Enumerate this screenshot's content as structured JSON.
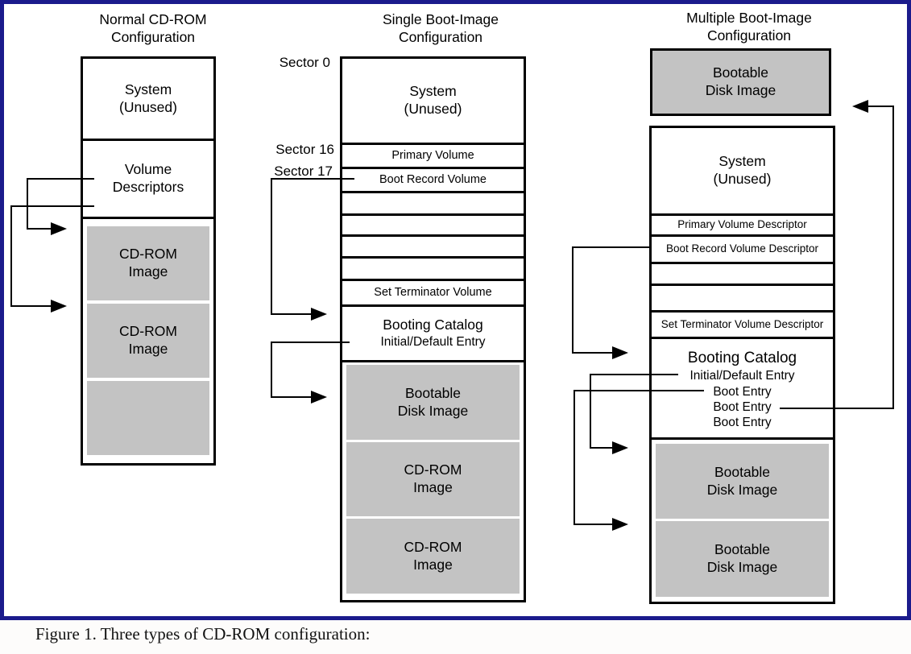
{
  "figure": {
    "caption": "Figure 1. Three types of CD-ROM configuration:"
  },
  "colors": {
    "frame_border": "#1b1b8c",
    "image_block_gray": "#c3c3c3",
    "line_black": "#000000",
    "background_white": "#ffffff"
  },
  "icons": {
    "arrowhead_right": "solid black triangle pointing right",
    "arrowhead_left": "solid black triangle pointing left"
  },
  "normal_config": {
    "title": "Normal CD-ROM\nConfiguration",
    "system": "System\n(Unused)",
    "volume_descriptors": "Volume\nDescriptors",
    "cdrom_image_1": "CD-ROM\nImage",
    "cdrom_image_2": "CD-ROM\nImage",
    "cdrom_image_3": ""
  },
  "single_boot": {
    "title": "Single Boot-Image\nConfiguration",
    "sector_0": "Sector 0",
    "sector_16": "Sector 16",
    "sector_17": "Sector 17",
    "system": "System\n(Unused)",
    "primary_volume": "Primary Volume",
    "boot_record_volume": "Boot Record Volume",
    "set_terminator_volume": "Set Terminator Volume",
    "booting_catalog": "Booting Catalog",
    "initial_default_entry": "Initial/Default Entry",
    "bootable_disk_image": "Bootable\nDisk Image",
    "cdrom_image_1": "CD-ROM\nImage",
    "cdrom_image_2": "CD-ROM\nImage"
  },
  "multiple_boot": {
    "title": "Multiple Boot-Image\nConfiguration",
    "bootable_disk_image_top": "Bootable\nDisk Image",
    "system": "System\n(Unused)",
    "primary_volume_descriptor": "Primary Volume Descriptor",
    "boot_record_volume_descriptor": "Boot Record Volume Descriptor",
    "set_terminator_volume_descriptor": "Set Terminator Volume Descriptor",
    "booting_catalog": "Booting Catalog",
    "initial_default_entry": "Initial/Default Entry",
    "boot_entry_1": "Boot Entry",
    "boot_entry_2": "Boot Entry",
    "boot_entry_3": "Boot Entry",
    "bootable_disk_image_1": "Bootable\nDisk Image",
    "bootable_disk_image_2": "Bootable\nDisk Image"
  }
}
